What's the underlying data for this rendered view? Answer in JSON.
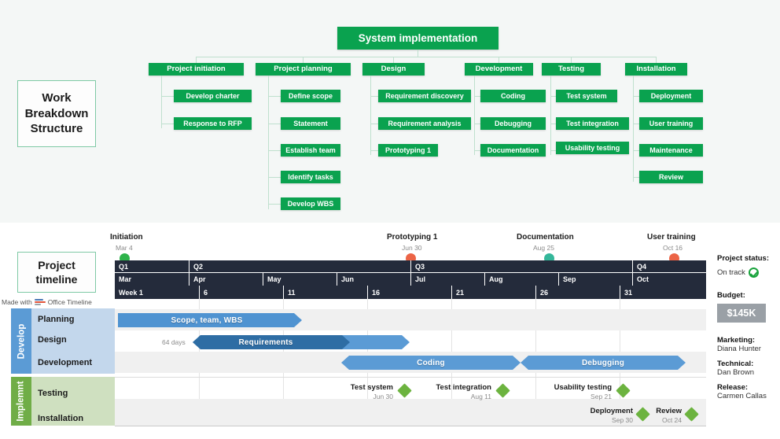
{
  "wbs": {
    "title": "Work\nBreakdown\nStructure",
    "title_lines": [
      "Work",
      "Breakdown",
      "Structure"
    ],
    "root": "System implementation",
    "columns": [
      {
        "header": "Project initiation",
        "children": [
          "Develop charter",
          "Response to RFP"
        ]
      },
      {
        "header": "Project planning",
        "children": [
          "Define scope",
          "Statement",
          "Establish team",
          "Identify tasks",
          "Develop WBS"
        ]
      },
      {
        "header": "Design",
        "children": [
          "Requirement discovery",
          "Requirement analysis",
          "Prototyping 1"
        ]
      },
      {
        "header": "Development",
        "children": [
          "Coding",
          "Debugging",
          "Documentation"
        ]
      },
      {
        "header": "Testing",
        "children": [
          "Test system",
          "Test integration",
          "Usability testing"
        ]
      },
      {
        "header": "Installation",
        "children": [
          "Deployment",
          "User training",
          "Maintenance",
          "Review"
        ]
      }
    ],
    "box_color": "#0aa24f",
    "bg_color": "#f4f7f6"
  },
  "timeline": {
    "title_lines": [
      "Project",
      "timeline"
    ],
    "made_with": "Made with",
    "brand": "Office Timeline",
    "axis": {
      "quarters": [
        "Q1",
        "Q2",
        "Q3",
        "Q4"
      ],
      "months": [
        "Mar",
        "Apr",
        "May",
        "Jun",
        "Jul",
        "Aug",
        "Sep",
        "Oct"
      ],
      "weeks": [
        "Week 1",
        "6",
        "11",
        "16",
        "21",
        "26",
        "31"
      ]
    },
    "top_milestones": [
      {
        "name": "Initiation",
        "date": "Mar 4",
        "color": "#2eb34a"
      },
      {
        "name": "Prototyping 1",
        "date": "Jun 30",
        "color": "#ec6446"
      },
      {
        "name": "Documentation",
        "date": "Aug 25",
        "color": "#34b79a"
      },
      {
        "name": "User training",
        "date": "Oct 16",
        "color": "#ec6446"
      }
    ],
    "swimlanes": [
      {
        "category": "Develop",
        "color": "#5b9bd5",
        "tint": "#c3d7ec",
        "rows": [
          "Planning",
          "Design",
          "Development"
        ]
      },
      {
        "category": "Implemnt",
        "color": "#70ad47",
        "tint": "#cfe0c0",
        "rows": [
          "Testing",
          "Installation"
        ]
      }
    ],
    "bars": [
      {
        "label": "Scope, team, WBS",
        "color": "#4f93d1",
        "duration": ""
      },
      {
        "label": "Requirements",
        "color": "#2e6da4",
        "duration": "64 days"
      },
      {
        "label": "Coding",
        "color": "#5b9bd5",
        "duration": ""
      },
      {
        "label": "Debugging",
        "color": "#5b9bd5",
        "duration": ""
      }
    ],
    "milestones": [
      {
        "name": "Test system",
        "date": "Jun 30",
        "row": "Testing"
      },
      {
        "name": "Test integration",
        "date": "Aug 11",
        "row": "Testing"
      },
      {
        "name": "Usability testing",
        "date": "Sep 21",
        "row": "Testing"
      },
      {
        "name": "Deployment",
        "date": "Sep 30",
        "row": "Installation"
      },
      {
        "name": "Review",
        "date": "Oct 24",
        "row": "Installation"
      }
    ],
    "milestone_color": "#6cb33f"
  },
  "side": {
    "status_label": "Project status:",
    "status_value": "On track",
    "budget_label": "Budget:",
    "budget_value": "$145K",
    "contacts": [
      {
        "role": "Marketing:",
        "name": "Diana Hunter"
      },
      {
        "role": "Technical:",
        "name": "Dan Brown"
      },
      {
        "role": "Release:",
        "name": "Carmen Callas"
      }
    ]
  }
}
